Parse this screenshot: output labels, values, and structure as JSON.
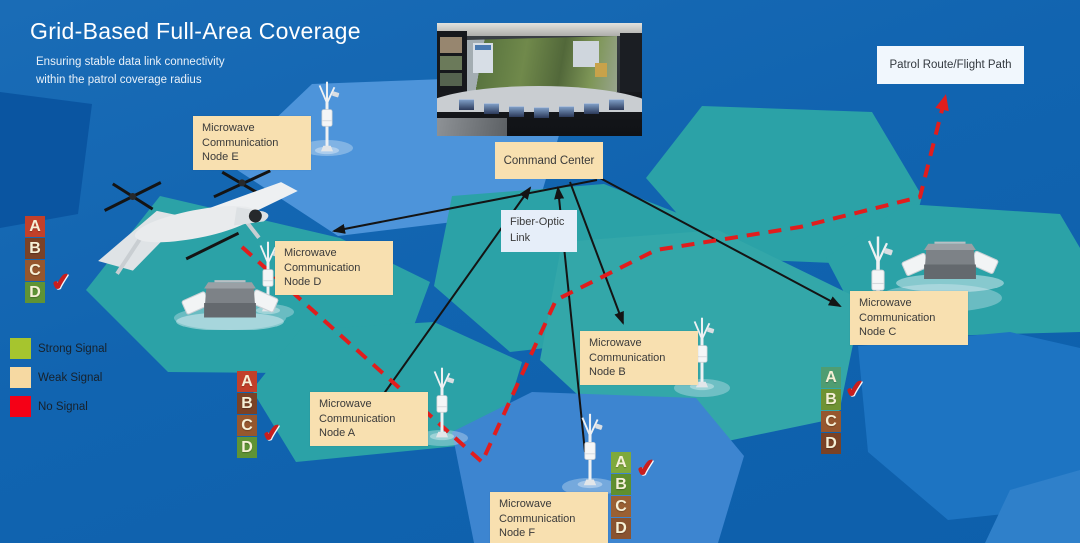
{
  "header": {
    "title": "Grid-Based Full-Area Coverage",
    "subtitle_line1": "Ensuring stable data link connectivity",
    "subtitle_line2": "within the patrol coverage radius"
  },
  "labels": {
    "command_center": "Command Center",
    "fiber_optic_line1": "Fiber-Optic",
    "fiber_optic_line2": "Link",
    "patrol_route": "Patrol Route/Flight Path"
  },
  "nodes": [
    {
      "id": "E",
      "lines": [
        "Microwave",
        "Communication",
        "Node E"
      ]
    },
    {
      "id": "D",
      "lines": [
        "Microwave",
        "Communication",
        "Node D"
      ]
    },
    {
      "id": "A",
      "lines": [
        "Microwave",
        "Communication",
        "Node A"
      ]
    },
    {
      "id": "B",
      "lines": [
        "Microwave",
        "Communication",
        "Node B"
      ]
    },
    {
      "id": "C",
      "lines": [
        "Microwave",
        "Communication",
        "Node C"
      ]
    },
    {
      "id": "F",
      "lines": [
        "Microwave",
        "Communication",
        "Node F"
      ]
    }
  ],
  "legend": {
    "items": [
      {
        "label": "Strong Signal",
        "color": "#a6c52e"
      },
      {
        "label": "Weak Signal",
        "color": "#f6d9a2"
      },
      {
        "label": "No Signal",
        "color": "#f50016"
      }
    ]
  },
  "check_mark": "✔",
  "stacks": [
    {
      "letters": [
        {
          "ch": "A",
          "color": "#c2402a"
        },
        {
          "ch": "B",
          "color": "#7a4226"
        },
        {
          "ch": "C",
          "color": "#96572e"
        },
        {
          "ch": "D",
          "color": "#5f9335"
        }
      ]
    },
    {
      "letters": [
        {
          "ch": "A",
          "color": "#c2402a"
        },
        {
          "ch": "B",
          "color": "#7a4226"
        },
        {
          "ch": "C",
          "color": "#96572e"
        },
        {
          "ch": "D",
          "color": "#5f9335"
        }
      ]
    },
    {
      "letters": [
        {
          "ch": "A",
          "color": "#4f9d72"
        },
        {
          "ch": "B",
          "color": "#6f9333"
        },
        {
          "ch": "C",
          "color": "#96572e"
        },
        {
          "ch": "D",
          "color": "#7a4226"
        }
      ]
    },
    {
      "letters": [
        {
          "ch": "A",
          "color": "#7fa93c"
        },
        {
          "ch": "B",
          "color": "#5f8f2e"
        },
        {
          "ch": "C",
          "color": "#9a6034"
        },
        {
          "ch": "D",
          "color": "#8a5330"
        }
      ]
    }
  ],
  "colors": {
    "background": "#1164b0",
    "hex_teal": "#2ba2a7",
    "hex_light_blue": "#4d94da",
    "hex_bottom_blue": "#3d85d0",
    "label_cream": "#f8e0b0",
    "route_red": "#e11d1d",
    "link_black": "#141414"
  }
}
